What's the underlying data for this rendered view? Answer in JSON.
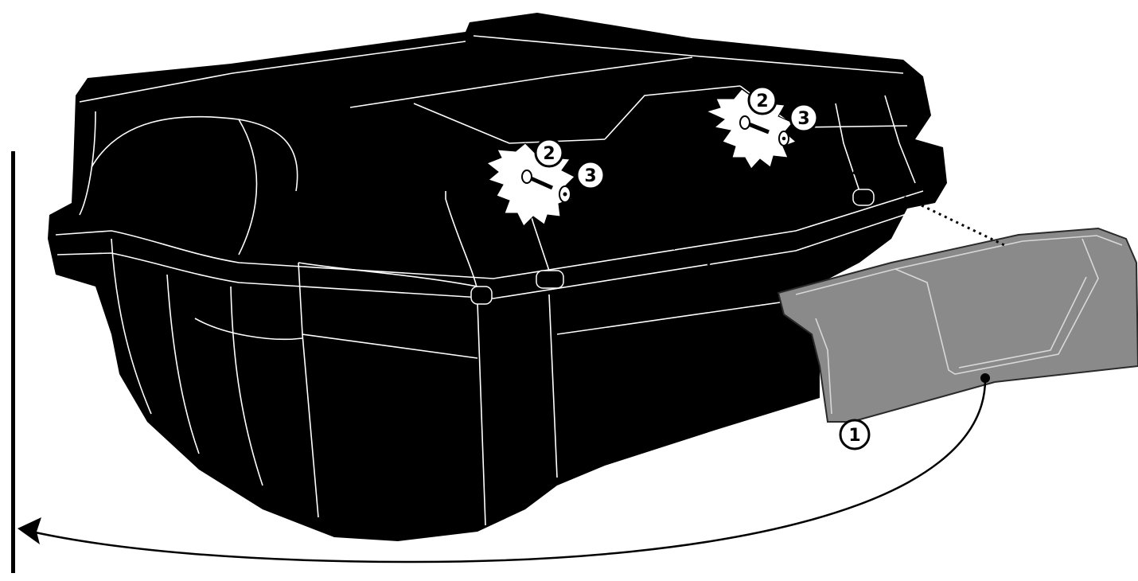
{
  "colors": {
    "box": "#000000",
    "box_line": "#ffffff",
    "pad": "#8a8a8a",
    "pad_outline": "#2a2a2a",
    "burst": "#ffffff",
    "leader": "#000000"
  },
  "callouts": {
    "pad": "1",
    "screw_left": "2",
    "washer_left": "3",
    "screw_right": "2",
    "washer_right": "3"
  },
  "icons": {
    "box": "top-case-icon",
    "pad": "backrest-pad-icon",
    "screw": "screw-icon",
    "washer": "washer-icon",
    "arrow": "curved-arrow-icon"
  }
}
